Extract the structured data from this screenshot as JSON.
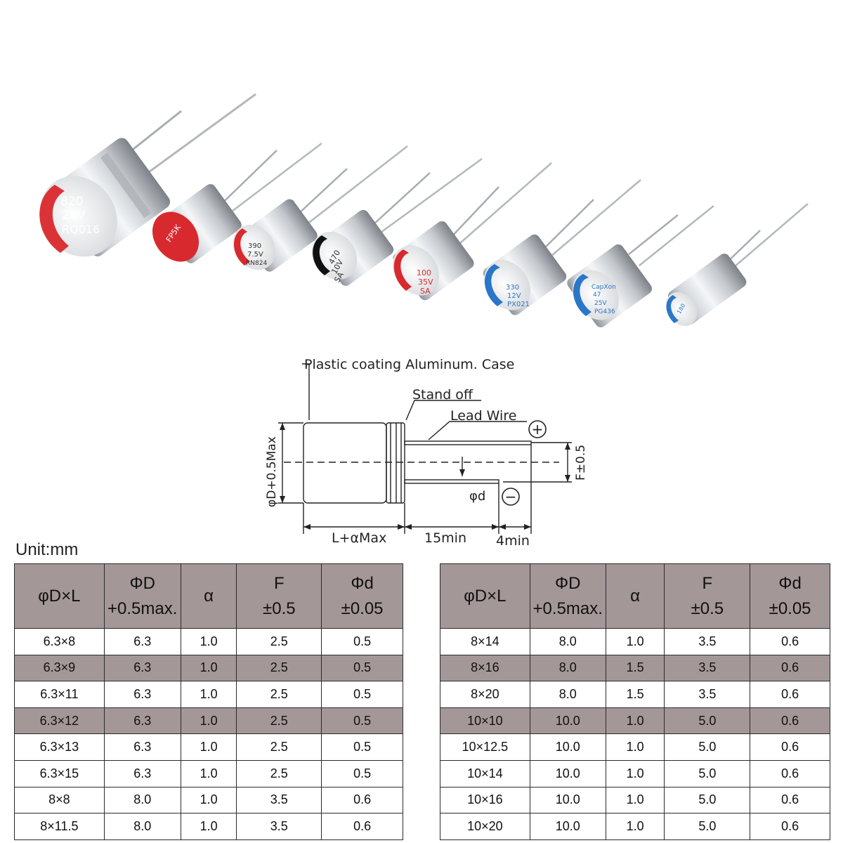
{
  "capacitors": [
    {
      "lines": [
        "820",
        "20V",
        "RQ016"
      ],
      "band_color": "#d8292e",
      "text_color": "#ffffff"
    },
    {
      "lines": [
        "FP5K",
        "",
        ""
      ],
      "band_color": "#d8292e",
      "text_color": "#ffffff"
    },
    {
      "lines": [
        "390",
        "7.5V",
        "RN824"
      ],
      "band_color": "#d8292e",
      "text_color": "#333333"
    },
    {
      "lines": [
        "470",
        "10V",
        "SA"
      ],
      "band_color": "#111111",
      "text_color": "#333333"
    },
    {
      "lines": [
        "100",
        "35V",
        "SA"
      ],
      "band_color": "#d8292e",
      "text_color": "#d8292e"
    },
    {
      "lines": [
        "330",
        "12V",
        "PX021"
      ],
      "band_color": "#2a76c8",
      "text_color": "#2a76c8"
    },
    {
      "lines": [
        "CapXon",
        "47",
        "25V",
        "PG436"
      ],
      "band_color": "#2a76c8",
      "text_color": "#2a76c8"
    },
    {
      "lines": [
        "180",
        "",
        ""
      ],
      "band_color": "#2a76c8",
      "text_color": "#2a76c8"
    }
  ],
  "diagram": {
    "case_label": "Plastic coating Aluminum. Case",
    "standoff_label": "Stand off",
    "lead_label": "Lead Wire",
    "plus_symbol": "+",
    "minus_symbol": "−",
    "dia_label": "φD+0.5Max",
    "pitch_label": "F±0.5",
    "wire_label": "φd",
    "length_label": "L+αMax",
    "lead_len_label": "15min",
    "offset_label": "4min"
  },
  "unit_label": "Unit:mm",
  "table": {
    "headers": [
      {
        "line1": "φD×L",
        "line2": ""
      },
      {
        "line1": "ΦD",
        "line2": "+0.5max."
      },
      {
        "line1": "α",
        "line2": ""
      },
      {
        "line1": "F",
        "line2": "±0.5"
      },
      {
        "line1": "Φd",
        "line2": "±0.05"
      }
    ],
    "left_rows": [
      {
        "size": "6.3×8",
        "D": "6.3",
        "a": "1.0",
        "F": "2.5",
        "d": "0.5"
      },
      {
        "size": "6.3×9",
        "D": "6.3",
        "a": "1.0",
        "F": "2.5",
        "d": "0.5"
      },
      {
        "size": "6.3×11",
        "D": "6.3",
        "a": "1.0",
        "F": "2.5",
        "d": "0.5"
      },
      {
        "size": "6.3×12",
        "D": "6.3",
        "a": "1.0",
        "F": "2.5",
        "d": "0.5"
      },
      {
        "size": "6.3×13",
        "D": "6.3",
        "a": "1.0",
        "F": "2.5",
        "d": "0.5"
      },
      {
        "size": "6.3×15",
        "D": "6.3",
        "a": "1.0",
        "F": "2.5",
        "d": "0.5"
      },
      {
        "size": "8×8",
        "D": "8.0",
        "a": "1.0",
        "F": "3.5",
        "d": "0.6"
      },
      {
        "size": "8×11.5",
        "D": "8.0",
        "a": "1.0",
        "F": "3.5",
        "d": "0.6"
      }
    ],
    "right_rows": [
      {
        "size": "8×14",
        "D": "8.0",
        "a": "1.0",
        "F": "3.5",
        "d": "0.6"
      },
      {
        "size": "8×16",
        "D": "8.0",
        "a": "1.5",
        "F": "3.5",
        "d": "0.6"
      },
      {
        "size": "8×20",
        "D": "8.0",
        "a": "1.5",
        "F": "3.5",
        "d": "0.6"
      },
      {
        "size": "10×10",
        "D": "10.0",
        "a": "1.0",
        "F": "5.0",
        "d": "0.6"
      },
      {
        "size": "10×12.5",
        "D": "10.0",
        "a": "1.0",
        "F": "5.0",
        "d": "0.6"
      },
      {
        "size": "10×14",
        "D": "10.0",
        "a": "1.0",
        "F": "5.0",
        "d": "0.6"
      },
      {
        "size": "10×16",
        "D": "10.0",
        "a": "1.0",
        "F": "5.0",
        "d": "0.6"
      },
      {
        "size": "10×20",
        "D": "10.0",
        "a": "1.0",
        "F": "5.0",
        "d": "0.6"
      }
    ],
    "shaded_rows": [
      1,
      3
    ]
  }
}
